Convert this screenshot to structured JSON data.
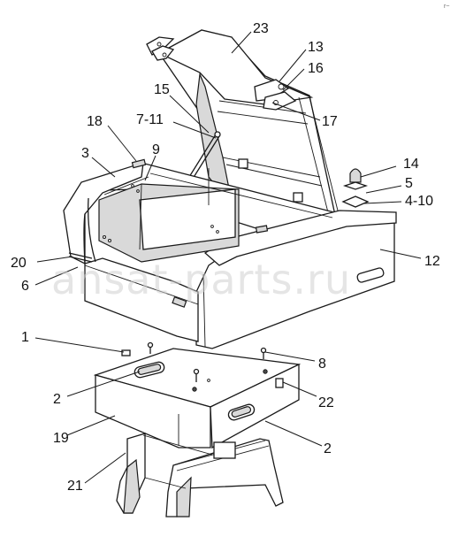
{
  "watermark": "ansat-parts.ru",
  "corner_mark": "r~",
  "callouts": [
    {
      "id": "c23",
      "text": "23"
    },
    {
      "id": "c13",
      "text": "13"
    },
    {
      "id": "c16",
      "text": "16"
    },
    {
      "id": "c15",
      "text": "15"
    },
    {
      "id": "c17",
      "text": "17"
    },
    {
      "id": "c7-11",
      "text": "7-11"
    },
    {
      "id": "c18",
      "text": "18"
    },
    {
      "id": "c9",
      "text": "9"
    },
    {
      "id": "c3",
      "text": "3"
    },
    {
      "id": "c14",
      "text": "14"
    },
    {
      "id": "c5",
      "text": "5"
    },
    {
      "id": "c4-10",
      "text": "4-10"
    },
    {
      "id": "c12",
      "text": "12"
    },
    {
      "id": "c20",
      "text": "20"
    },
    {
      "id": "c6",
      "text": "6"
    },
    {
      "id": "c1",
      "text": "1"
    },
    {
      "id": "c8",
      "text": "8"
    },
    {
      "id": "c2a",
      "text": "2"
    },
    {
      "id": "c22",
      "text": "22"
    },
    {
      "id": "c19",
      "text": "19"
    },
    {
      "id": "c2b",
      "text": "2"
    },
    {
      "id": "c21",
      "text": "21"
    }
  ]
}
